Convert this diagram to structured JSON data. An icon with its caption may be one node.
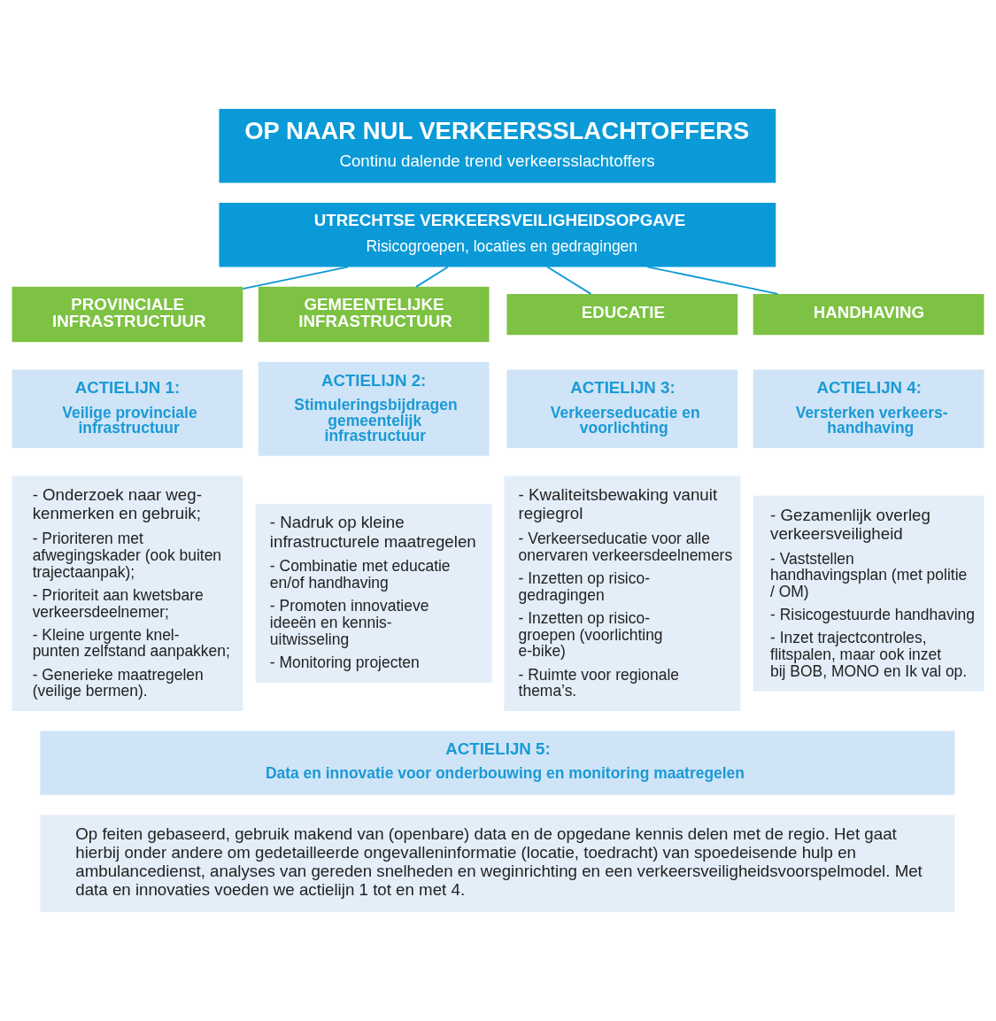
{
  "diagram": {
    "nodes": [
      {
        "text": [
          "OP NAAR NUL VERKEERSSLACHTOFFERS",
          "Continu dalende trend verkeersslachtoffers"
        ]
      },
      {
        "text": [
          "UTRECHTSE VERKEERSVEILIGHEIDSOPGAVE",
          "Risicogroepen, locaties en gedragingen"
        ]
      },
      {
        "text": [
          "PROVINCIALE INFRASTRUCTUUR"
        ]
      },
      {
        "text": [
          "GEMEENTELIJKE INFRASTRUCTUUR"
        ]
      },
      {
        "text": [
          "EDUCATIE"
        ]
      },
      {
        "text": [
          "HANDHAVING"
        ]
      },
      {
        "text": [
          "ACTIELIJN 1:",
          "Veilige provinciale infrastructuur"
        ]
      },
      {
        "text": [
          "ACTIELIJN 2:",
          "Stimuleringsbijdragen gemeentelijk infrastructuur"
        ]
      },
      {
        "text": [
          "ACTIELIJN 3:",
          "Verkeerseducatie en voorlichting"
        ]
      },
      {
        "text": [
          "ACTIELIJN 4:",
          "Versterken verkeers- handhaving"
        ]
      },
      {
        "text": [
          "- Onderzoek naar weg- kenmerken en gebruik;",
          "- Prioriteren met afwegingskader (ook buiten trajectaanpak);",
          "- Prioriteit aan kwetsbare verkeersdeelnemer;",
          "- Kleine urgente knel- punten zelfstand aanpakken;",
          "- Generieke maatregelen (veilige bermen)."
        ]
      },
      {
        "text": [
          "- Nadruk op kleine infrastructurele maatregelen",
          "- Combinatie met educatie en/of handhaving",
          "- Promoten innovatieve ideeën en kennis- uitwisseling",
          "- Monitoring projecten"
        ]
      },
      {
        "text": [
          "- Kwaliteitsbewaking vanuit regiegrol",
          "- Verkeerseducatie voor alle onervaren verkeersdeelnemers",
          "- Inzetten op risico- gedragingen",
          "- Inzetten op risico- groepen (voorlichting e-bike)",
          "- Ruimte voor regionale thema’s."
        ]
      },
      {
        "text": [
          "- Gezamenlijk overleg verkeersveiligheid",
          "- Vaststellen handhavingsplan (met politie / OM)",
          "- Risicogestuurde handhaving",
          "- Inzet trajectcontroles, flitspalen, maar ook inzet bij BOB, MONO en Ik val op."
        ]
      },
      {
        "text": [
          "ACTIELIJN 5:",
          "Data en innovatie voor onderbouwing en monitoring maatregelen"
        ]
      },
      {
        "text": [
          "Op feiten gebaseerd, gebruik makend van (openbare) data en de opgedane kennis delen met de regio. Het gaat hierbij onder andere om gedetailleerde ongevalleninformatie (locatie, toedracht) van spoedeisende hulp en ambulancedienst, analyses van gereden snelheden en weginrichting en een verkeersveiligheidsvoorspelmodel. Met data en innovaties voeden we actielijn 1 tot en met 4."
        ]
      }
    ],
    "edges": [
      {
        "from": 1,
        "to": 2,
        "arrow": "none"
      },
      {
        "from": 1,
        "to": 3,
        "arrow": "none"
      },
      {
        "from": 1,
        "to": 4,
        "arrow": "none"
      },
      {
        "from": 1,
        "to": 5,
        "arrow": "none"
      }
    ]
  }
}
